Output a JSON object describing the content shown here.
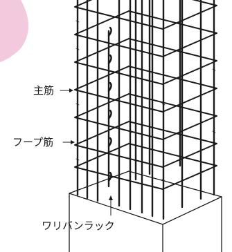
{
  "labels": {
    "main_bar": "主筋",
    "hoop": "フープ筋",
    "spacer": "ワリバンラック"
  },
  "colors": {
    "line": "#1a1a1a",
    "accent_blob": "#f3c9de",
    "background": "#ffffff"
  }
}
